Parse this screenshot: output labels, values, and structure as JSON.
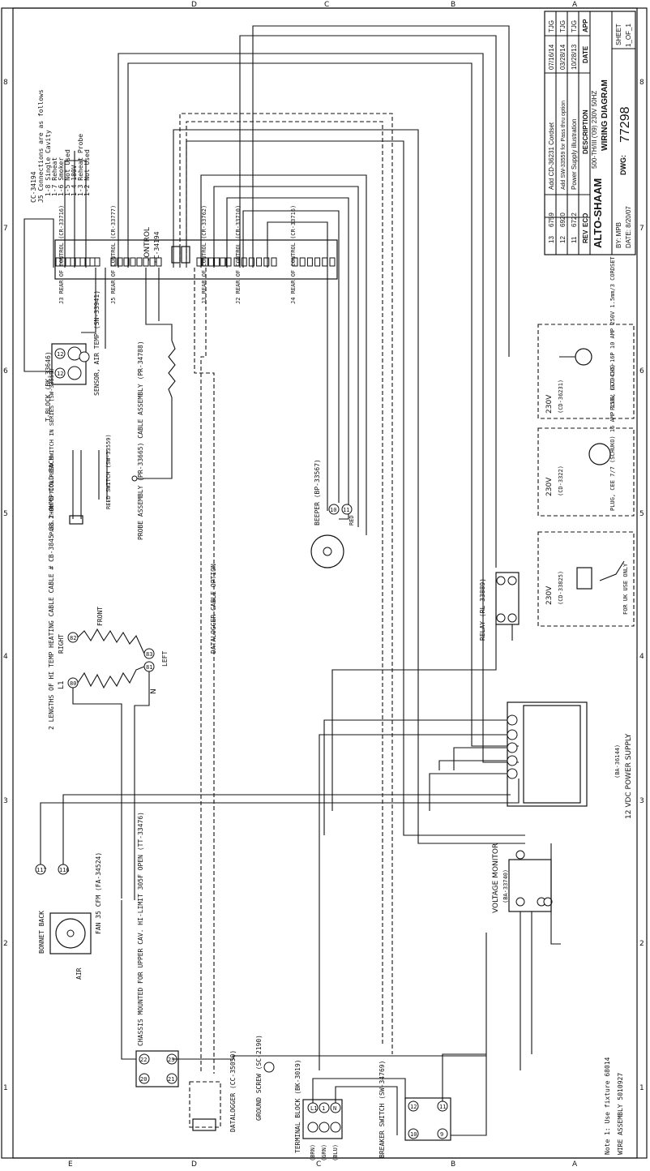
{
  "border": {
    "letters_top": [
      "D",
      "C",
      "B",
      "A"
    ],
    "letters_bottom": [
      "E",
      "D",
      "C",
      "B",
      "A"
    ],
    "numbers": [
      "8",
      "7",
      "6",
      "5",
      "4",
      "3",
      "2",
      "1"
    ]
  },
  "title_block": {
    "revisions": [
      {
        "rev": "13",
        "eco": "6759",
        "description": "Add CD-36231 Cordset",
        "date": "07/16/14",
        "app": "TJG"
      },
      {
        "rev": "12",
        "eco": "6920",
        "description": "Add SW-33559 for Pass thru option",
        "date": "03/28/14",
        "app": "TJG"
      },
      {
        "rev": "11",
        "eco": "6722",
        "description": "Power Supply illustration",
        "date": "10/28/13",
        "app": "TJG"
      }
    ],
    "headers": {
      "rev": "REV",
      "eco": "ECO",
      "description": "DESCRIPTION",
      "date": "DATE",
      "app": "APP"
    },
    "logo": "ALTO-SHAAM",
    "model": "500-TH/III ('09) 230V 50HZ",
    "title": "WIRING DIAGRAM",
    "dwg_label": "DWG:",
    "dwg_number": "77298",
    "sheet_label": "SHEET",
    "sheet_value": "1_OF_1",
    "by": "BY: MPB",
    "date": "DATE: 8/20/07"
  },
  "notes": {
    "j5_title": "CC-34194",
    "j5_subtitle": "J5 Connections are as follows",
    "j5_lines": [
      "1-8 Single Cavity",
      "1-7 Reheat",
      "1-6 Smoker",
      "1-5 Not Used",
      "1-4 180V",
      "1-3 Reheat Probe",
      "1-2 Not Used"
    ],
    "fixture_note": "Note 1: Use fixture 68014",
    "wire_assembly": "WIRE ASSEMBLY 5010927"
  },
  "control": {
    "label": "CONTROL",
    "part": "CC-34194",
    "connectors": [
      "J3 REAR OF CONTROL (CR-33716)",
      "J2 REAR OF CONTROL (CR-33710)",
      "J3 REAR OF CONTROL (CR-33762)",
      "J5 REAR OF CONTROL (CR-33777)",
      "J4 REAR OF CONTROL (CR-33716)"
    ]
  },
  "components": {
    "t_block": "T-BLOCK (BK-33646)",
    "sensor": "SENSOR, AIR TEMP (SN-33941)",
    "pass_thru": "PASS THRU OPTION REED SWITCH IN SERIES (SW-33559)",
    "reed_switch": "REED SWITCH (SW-33559)",
    "probe": "PROBE ASSEMBLY (PR-33665) CABLE ASSEMBLY (PR-34788)",
    "beeper": "BEEPER (BP-33567)",
    "beeper_red": "RED",
    "datalogger_cable": "DATALOGGER CABLE OPTION",
    "heating_cable": "2 LENGTHS OF HI TEMP HEATING CABLE CABLE # CB-3845 38.2 OHMS COLD EACH",
    "front": "FRONT",
    "right": "RIGHT",
    "left": "LEFT",
    "l1": "L1",
    "n": "N",
    "relay": "RELAY (RL-33889)",
    "power_supply": "12 VDC POWER SUPPLY",
    "power_supply_part": "(BA-36144)",
    "voltage_monitor": "VOLTAGE MONITOR",
    "voltage_monitor_part": "(BA-33740)",
    "fan": "FAN 35 CFM (FA-34524)",
    "bonnet": "BONNET BACK",
    "air": "AIR",
    "hilimit": "CHASSIS MOUNTED FOR UPPER CAV. HI-LIMIT 305F OPEN (TT-33476)",
    "datalogger": "DATALOGGER (CC-35050)",
    "ground": "GROUND SCREW (SC-2190)",
    "terminal_block": "TERMINAL BLOCK (BK-3019)",
    "tb_labels": [
      "(BRN)",
      "(GRN)",
      "(BLU)"
    ],
    "breaker": "BREAKER SWITCH (SW-34769)",
    "plugs": [
      {
        "volt": "230V",
        "part": "(CD-36231)",
        "desc": "PLUG, CCC CHS-16P 10 AMP 250V 1.5mm/3 CORDSET"
      },
      {
        "volt": "230V",
        "part": "(CD-3322)",
        "desc": "PLUG, CEE 7/7 (SCHUKO) 16 AMP 250V (&7041D)"
      },
      {
        "volt": "230V",
        "part": "(CD-33825)",
        "desc": "FOR UK USE ONLY"
      }
    ]
  }
}
